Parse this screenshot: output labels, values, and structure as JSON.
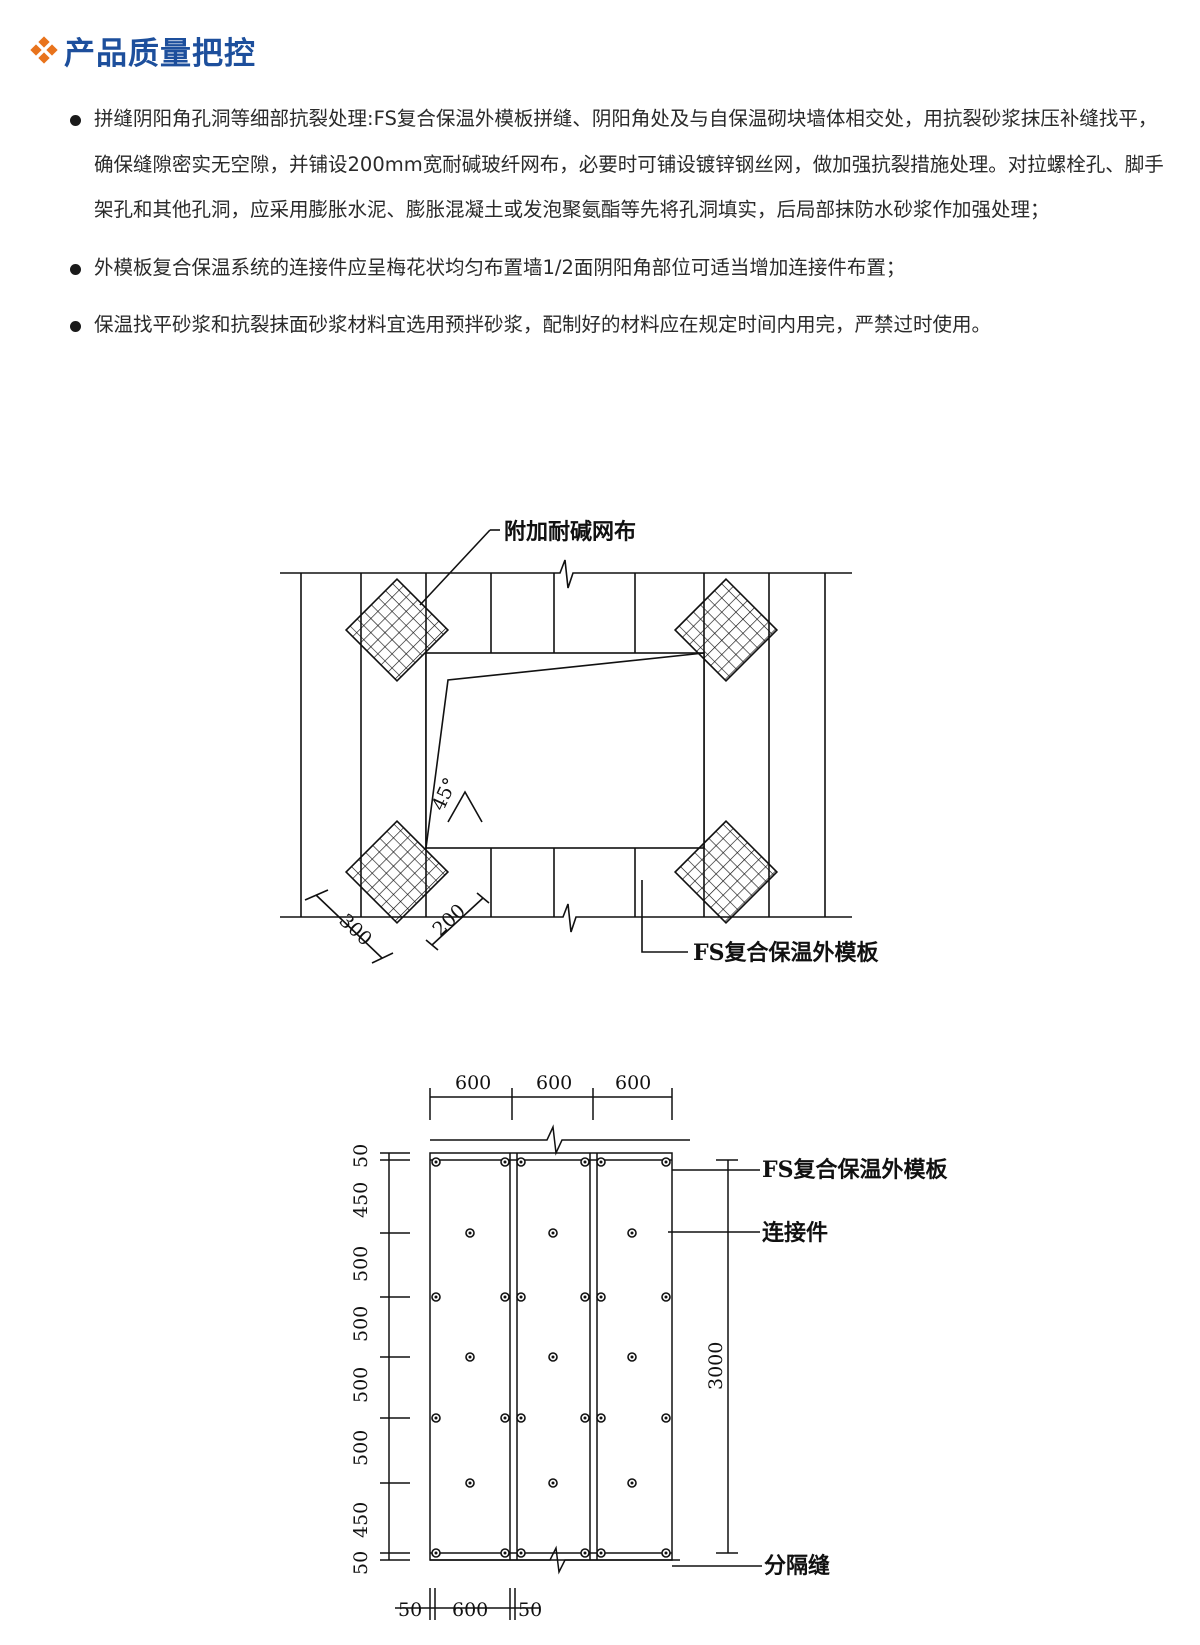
{
  "header": {
    "title": "产品质量把控",
    "icon": "orange-diamond-cluster-icon"
  },
  "bullets": [
    "拼缝阴阳角孔洞等细部抗裂处理:FS复合保温外模板拼缝、阴阳角处及与自保温砌块墙体相交处，用抗裂砂浆抹压补缝找平，确保缝隙密实无空隙，并铺设200mm宽耐碱玻纤网布，必要时可铺设镀锌钢丝网，做加强抗裂措施处理。对拉螺栓孔、脚手架孔和其他孔洞，应采用膨胀水泥、膨胀混凝土或发泡聚氨酯等先将孔洞填实，后局部抹防水砂浆作加强处理；",
    "外模板复合保温系统的连接件应呈梅花状均匀布置墙1/2面阴阳角部位可适当增加连接件布置；",
    "保温找平砂浆和抗裂抹面砂浆材料宜选用预拌砂浆，配制好的材料应在规定时间内用完，严禁过时使用。"
  ],
  "diagram1": {
    "label_mesh": "附加耐碱网布",
    "label_board": "FS复合保温外模板",
    "angle": "45°",
    "dim_300": "300",
    "dim_200": "200"
  },
  "diagram2": {
    "top_dims": [
      "600",
      "600",
      "600"
    ],
    "left_dims": [
      "50",
      "450",
      "500",
      "500",
      "500",
      "500",
      "450",
      "50"
    ],
    "right_dim": "3000",
    "bottom_dims": [
      "50",
      "600",
      "50"
    ],
    "label_board": "FS复合保温外模板",
    "label_connector": "连接件",
    "label_joint": "分隔缝"
  },
  "colors": {
    "title": "#1d4f9c",
    "icon": "#e8731c"
  }
}
